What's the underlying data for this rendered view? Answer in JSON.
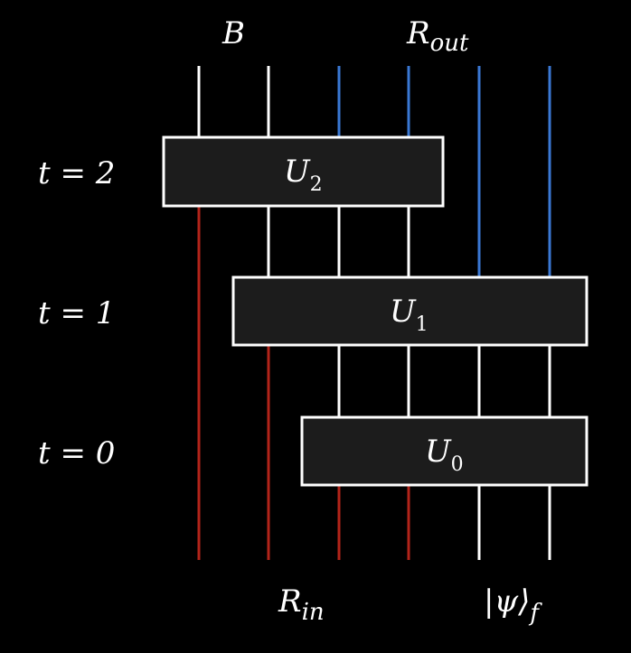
{
  "colors": {
    "background": "#000000",
    "wire_white": "#ffffff",
    "wire_blue": "#3a78d4",
    "wire_red": "#b3241a",
    "gate_fill": "#1c1c1c",
    "gate_stroke": "#ffffff"
  },
  "top_labels": {
    "B": "B",
    "R_out_main": "R",
    "R_out_sub": "out"
  },
  "bottom_labels": {
    "R_in_main": "R",
    "R_in_sub": "in",
    "psi_main": "|ψ⟩",
    "psi_sub": "f"
  },
  "time_labels": {
    "t2": "t = 2",
    "t1": "t = 1",
    "t0": "t = 0"
  },
  "gates": {
    "U2_main": "U",
    "U2_sub": "2",
    "U1_main": "U",
    "U1_sub": "1",
    "U0_main": "U",
    "U0_sub": "0"
  }
}
